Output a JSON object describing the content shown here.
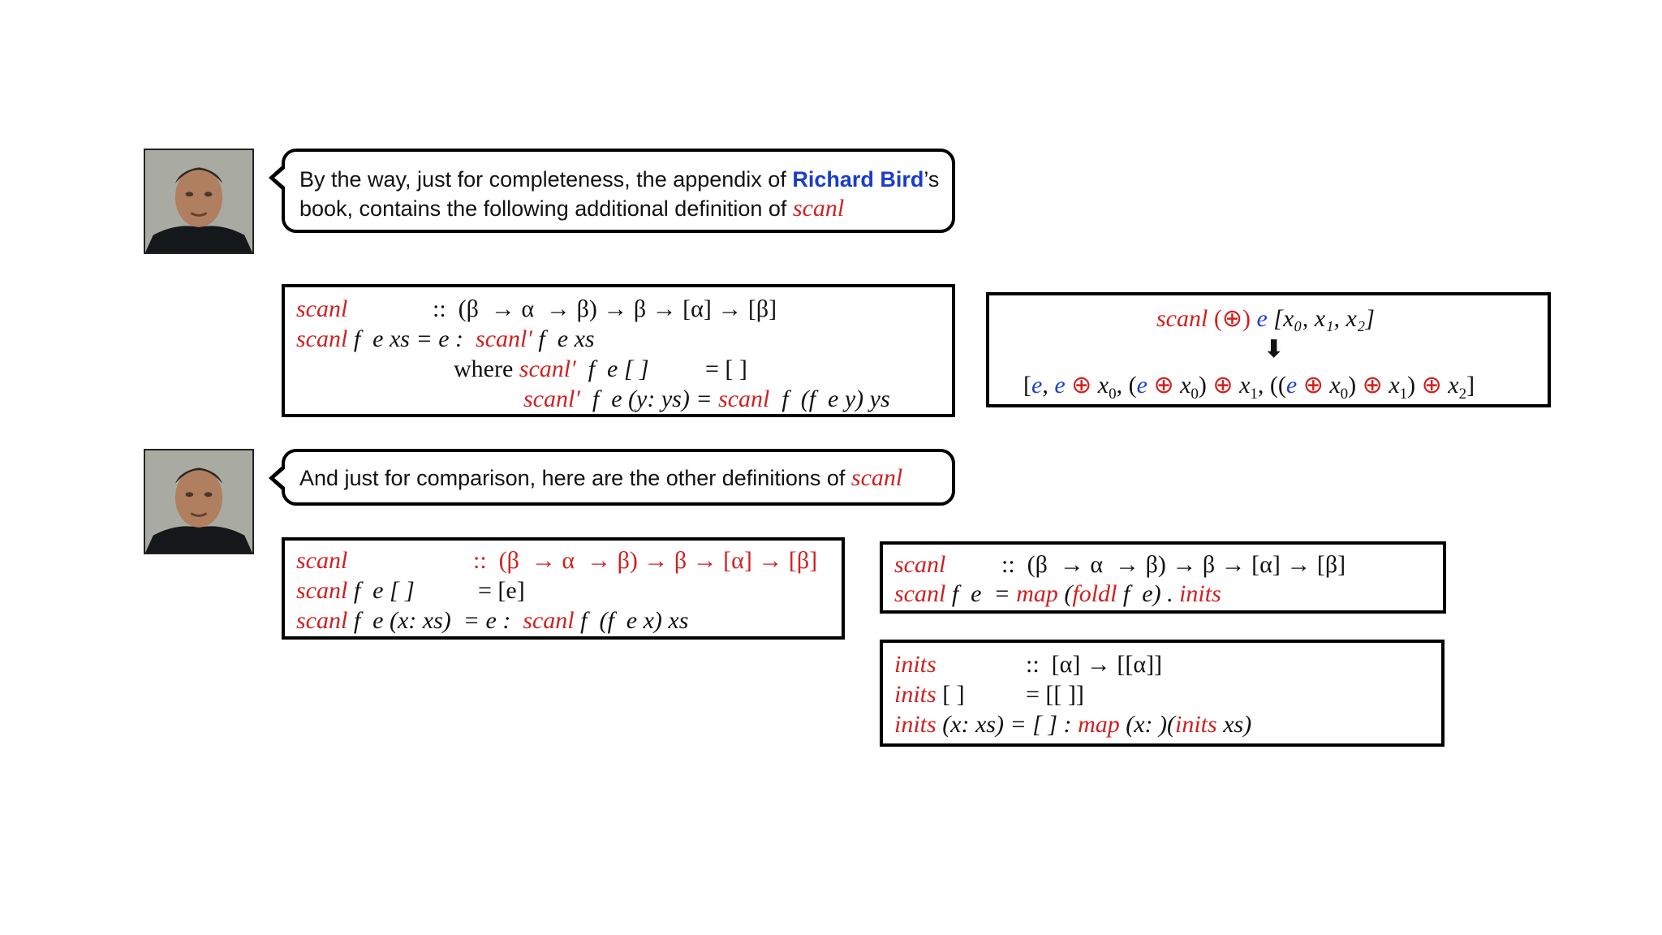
{
  "bubble1": {
    "line1_prefix": "By the way, just for completeness, the appendix of ",
    "name": "Richard Bird",
    "line1_suffix": "’s",
    "line2_prefix": "book, contains the following additional definition of ",
    "scanl": "scanl"
  },
  "bubble2": {
    "text": "And just for comparison, here are the other definitions of ",
    "scanl": "scanl"
  },
  "def1": {
    "l1_name": "scanl",
    "l1_type": "::  (β  → α  → β) → β → [α] → [β]",
    "l2_name": "scanl",
    "l2_args": " f  e xs = e :  ",
    "l2_name2": "scanl′",
    "l2_rest": " f  e xs",
    "l3_where": "where ",
    "l3_name": "scanl′",
    "l3_args": "  f  e [ ]",
    "l3_rest": "= [ ]",
    "l4_name": "scanl′",
    "l4_args": "  f  e (y: ys) = ",
    "l4_name2": "scanl",
    "l4_rest": "  f  (f  e y) ys"
  },
  "example": {
    "top_name": "scanl",
    "top_op": " (⊕) ",
    "top_e": "e",
    "top_list": " [x₀, x₁, x₂]",
    "arrow": "⬇"
  },
  "def2": {
    "l1_name": "scanl",
    "l1_type": "::  (β  → α  → β) → β → [α] → [β]",
    "l2_name": "scanl",
    "l2_args": " f  e [ ]",
    "l2_rest": "= [e]",
    "l3_name": "scanl",
    "l3_args": " f  e (x: xs)  = e :  ",
    "l3_name2": "scanl",
    "l3_rest": " f  (f  e x) xs"
  },
  "def3": {
    "l1_name": "scanl",
    "l1_type": "::  (β  → α  → β) → β → [α] → [β]",
    "l2_name": "scanl",
    "l2_args": " f  e  = ",
    "l2_map": "map",
    "l2_mid": " (",
    "l2_foldl": "foldl",
    "l2_mid2": " f  e) . ",
    "l2_inits": "inits"
  },
  "def4": {
    "l1_name": "inits",
    "l1_type": "::  [α] → [[α]]",
    "l2_name": "inits",
    "l2_args": " [ ]",
    "l2_rest": "= [[ ]]",
    "l3_name": "inits",
    "l3_args": " (x: xs) = [ ] : ",
    "l3_map": "map",
    "l3_mid": " (x: )(",
    "l3_inits": "inits",
    "l3_rest": " xs)"
  },
  "colors": {
    "accent_red": "#d21f1f",
    "accent_blue": "#1a3ccc"
  },
  "icons": {
    "avatar": "person-photo-icon"
  }
}
